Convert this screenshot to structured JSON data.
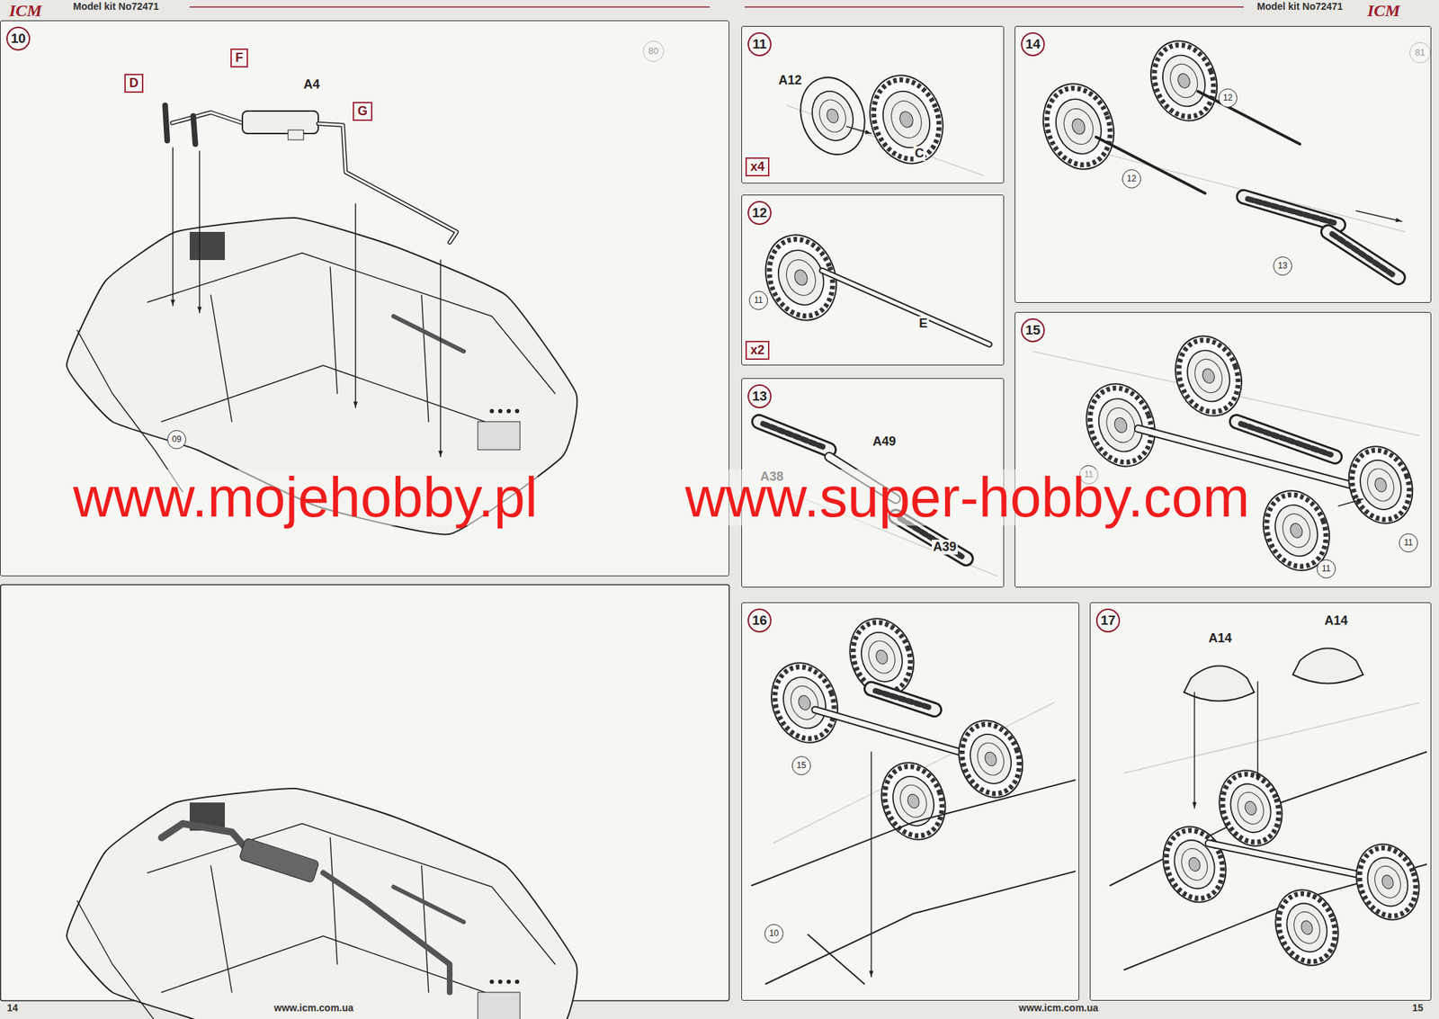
{
  "diagram": {
    "nodes": [
      {
        "text": [
          "10"
        ]
      },
      {
        "text": [
          "D"
        ],
        "in": 0
      },
      {
        "text": [
          "F"
        ],
        "in": 0
      },
      {
        "text": [
          "G"
        ],
        "in": 0
      },
      {
        "text": [
          "11"
        ]
      },
      {
        "text": [
          "x4"
        ],
        "in": 4
      },
      {
        "text": [
          "12"
        ]
      },
      {
        "text": [
          "x2"
        ],
        "in": 6
      },
      {
        "text": [
          "13"
        ]
      },
      {
        "text": [
          "14"
        ]
      },
      {
        "text": [
          "15"
        ]
      },
      {
        "text": [
          "16"
        ]
      },
      {
        "text": [
          "17"
        ]
      }
    ],
    "labels": [
      "ICM",
      "Model kit No72471",
      "Model kit No72471",
      "ICM",
      "80",
      "A4",
      "09",
      "A12",
      "C",
      "11",
      "E",
      "A49",
      "A38",
      "A39",
      "81",
      "12",
      "12",
      "13",
      "11",
      "11",
      "11",
      "15",
      "10",
      "A14",
      "A14",
      "www.mojehobby.pl",
      "www.super-hobby.com",
      "14",
      "www.icm.com.ua",
      "www.icm.com.ua",
      "15"
    ]
  }
}
